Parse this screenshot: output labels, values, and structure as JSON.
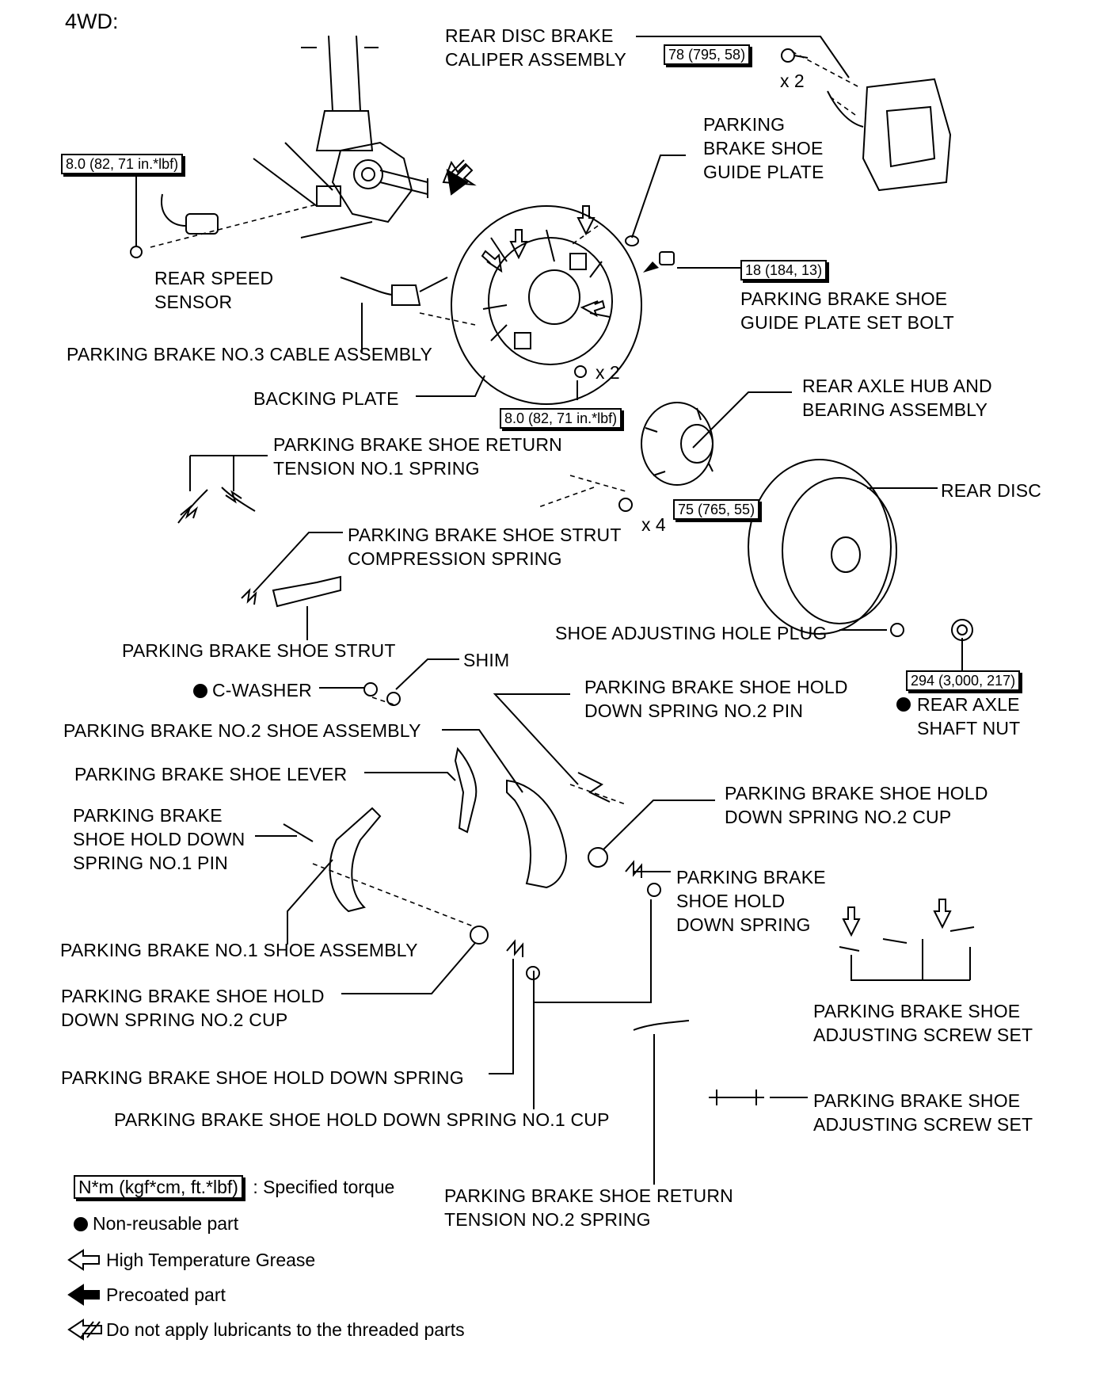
{
  "title": "4WD:",
  "labels": {
    "caliper": "REAR DISC BRAKE\nCALIPER ASSEMBLY",
    "guide_plate": "PARKING\nBRAKE SHOE\nGUIDE PLATE",
    "speed_sensor": "REAR SPEED\nSENSOR",
    "guide_bolt": "PARKING BRAKE SHOE\nGUIDE PLATE SET BOLT",
    "cable": "PARKING BRAKE NO.3 CABLE ASSEMBLY",
    "backing_plate": "BACKING PLATE",
    "hub": "REAR AXLE HUB AND\nBEARING ASSEMBLY",
    "return_spring1": "PARKING BRAKE SHOE RETURN\nTENSION NO.1 SPRING",
    "rear_disc": "REAR DISC",
    "strut_spring": "PARKING BRAKE SHOE STRUT\nCOMPRESSION SPRING",
    "strut": "PARKING BRAKE SHOE STRUT",
    "hole_plug": "SHOE ADJUSTING HOLE PLUG",
    "shim": "SHIM",
    "c_washer": "C-WASHER",
    "no2_pin": "PARKING BRAKE SHOE HOLD\nDOWN SPRING NO.2 PIN",
    "axle_nut": "REAR AXLE\nSHAFT NUT",
    "no2_shoe": "PARKING BRAKE NO.2 SHOE ASSEMBLY",
    "lever": "PARKING BRAKE SHOE LEVER",
    "no2_cup_right": "PARKING BRAKE SHOE HOLD\nDOWN SPRING NO.2 CUP",
    "no1_pin": "PARKING BRAKE\nSHOE HOLD DOWN\nSPRING NO.1 PIN",
    "hold_spring_right": "PARKING BRAKE\nSHOE HOLD\nDOWN SPRING",
    "no1_shoe": "PARKING BRAKE NO.1 SHOE ASSEMBLY",
    "no2_cup_left": "PARKING BRAKE SHOE HOLD\nDOWN SPRING NO.2 CUP",
    "adj_screw_set1": "PARKING BRAKE SHOE\nADJUSTING SCREW SET",
    "hold_spring_left": "PARKING BRAKE SHOE HOLD DOWN SPRING",
    "no1_cup": "PARKING BRAKE SHOE HOLD DOWN SPRING NO.1 CUP",
    "adj_screw_set2": "PARKING BRAKE SHOE\nADJUSTING SCREW SET",
    "return_spring2": "PARKING BRAKE SHOE RETURN\nTENSION NO.2 SPRING"
  },
  "torques": {
    "caliper": "78 (795, 58)",
    "sensor": "8.0 (82, 71 in.*lbf)",
    "guide_bolt": "18 (184, 13)",
    "backing": "8.0 (82, 71 in.*lbf)",
    "hub": "75 (765, 55)",
    "axle_nut": "294 (3,000, 217)"
  },
  "multipliers": {
    "caliper": "x 2",
    "backing": "x 2",
    "hub": "x 4"
  },
  "legend": {
    "torque_box": "N*m (kgf*cm, ft.*lbf)",
    "torque_text": ": Specified torque",
    "non_reusable": "Non-reusable part",
    "grease": "High Temperature Grease",
    "precoated": "Precoated part",
    "no_lube": "Do not apply lubricants to the threaded parts"
  }
}
